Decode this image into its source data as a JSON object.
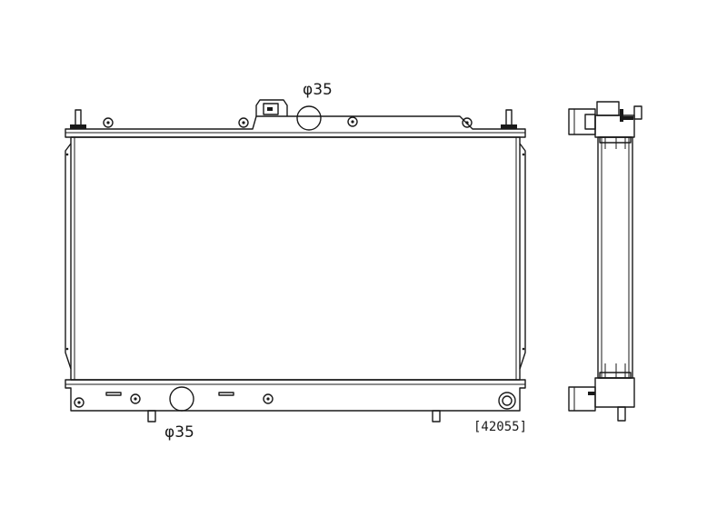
{
  "labels": {
    "top_inlet_diameter": "φ35",
    "bottom_outlet_diameter": "φ35",
    "part_number": "[42055]"
  }
}
